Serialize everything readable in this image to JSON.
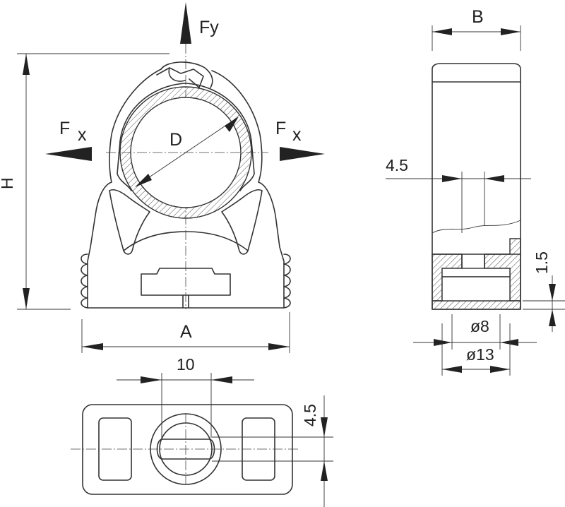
{
  "labels": {
    "force_y": "Fy",
    "force_x_left_main": "F",
    "force_x_left_sub": "x",
    "force_x_right_main": "F",
    "force_x_right_sub": "x",
    "diameter": "D",
    "height": "H",
    "width_a": "A",
    "width_b": "B",
    "dim_4_5_side": "4.5",
    "dim_1_5": "1.5",
    "dim_d8": "ø8",
    "dim_d13": "ø13",
    "dim_10": "10",
    "dim_4_5_bottom": "4.5"
  },
  "colors": {
    "line": "#333333",
    "arrow": "#222222",
    "background": "#ffffff"
  }
}
